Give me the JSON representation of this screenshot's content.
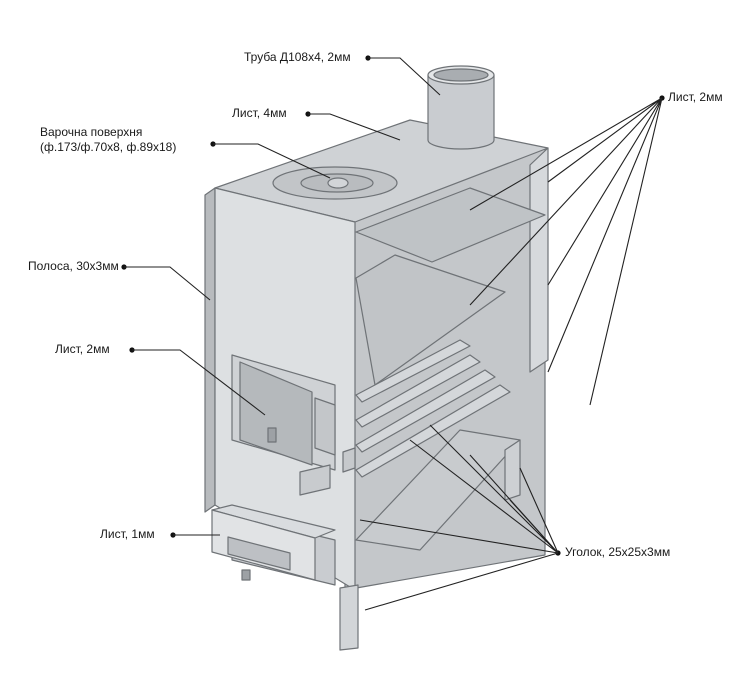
{
  "labels": {
    "pipe": "Труба Д108х4, 2мм",
    "sheet4": "Лист, 4мм",
    "cooktop_line1": "Варочна поверхня",
    "cooktop_line2": "(ф.173/ф.70х8, ф.89х18)",
    "strip": "Полоса, 30х3мм",
    "sheet2_right": "Лист, 2мм",
    "sheet2_left": "Лист, 2мм",
    "sheet1": "Лист, 1мм",
    "angle": "Уголок, 25х25х3мм"
  },
  "colors": {
    "front": "#c6c9cc",
    "side": "#dde0e2",
    "top": "#cfd2d5",
    "inner": "#b7bbbf",
    "edge": "#6f7377",
    "leader": "#222222"
  }
}
